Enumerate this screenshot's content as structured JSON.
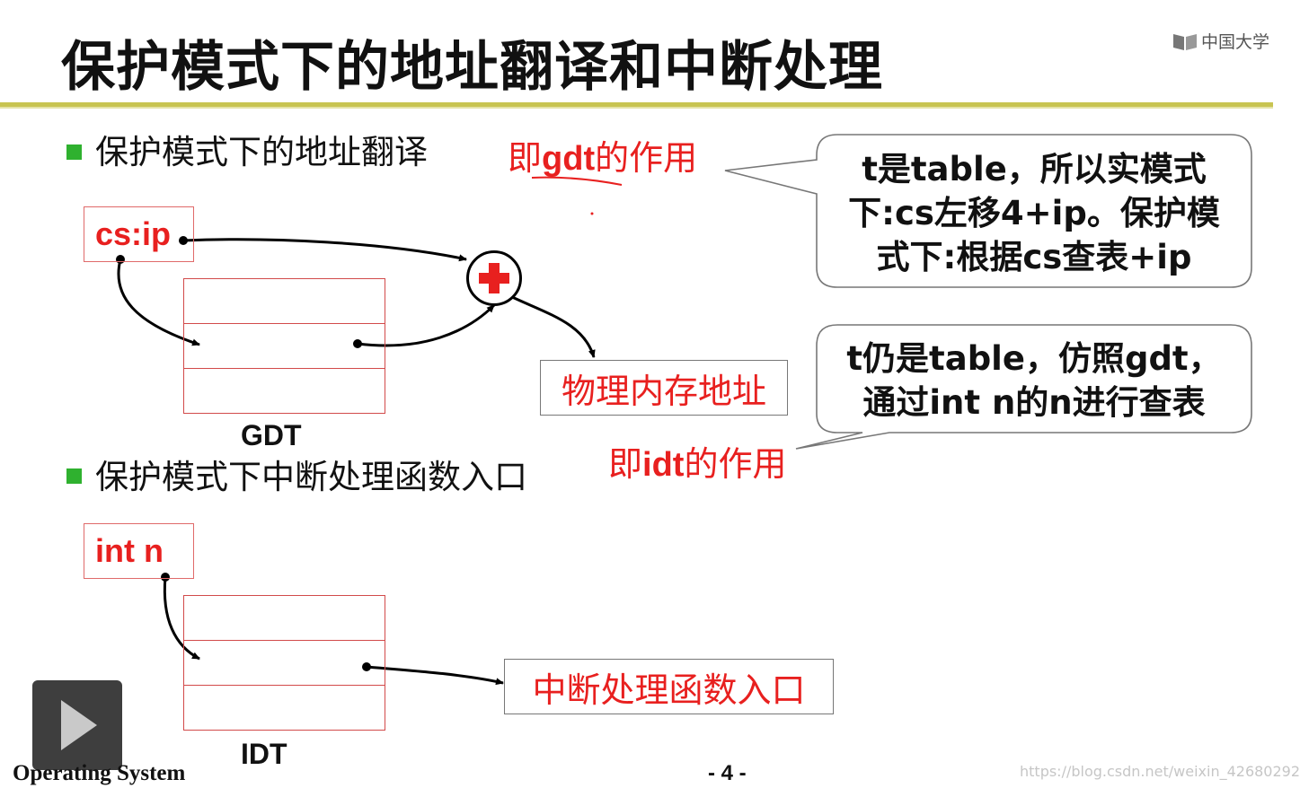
{
  "title": "保护模式下的地址翻译和中断处理",
  "logo_text": "中国大学",
  "section1": {
    "heading": "保护模式下的地址翻译",
    "annotation_prefix": "即",
    "annotation_bold": "gdt",
    "annotation_suffix": "的作用",
    "source_label": "cs:ip",
    "table_label": "GDT",
    "output_label": "物理内存地址"
  },
  "section2": {
    "heading": "保护模式下中断处理函数入口",
    "annotation_prefix": "即",
    "annotation_bold": "idt",
    "annotation_suffix": "的作用",
    "source_label": "int n",
    "table_label": "IDT",
    "output_label": "中断处理函数入口"
  },
  "callout1": {
    "lines": [
      "t是table，所以实模式",
      "下:cs左移4+ip。保护模",
      "式下:根据cs查表+ip"
    ]
  },
  "callout2": {
    "lines": [
      "t仍是table，仿照gdt，",
      "通过int n的n进行查表"
    ]
  },
  "footer": {
    "course": "Operating System",
    "page": "- 4 -",
    "watermark": "https://blog.csdn.net/weixin_42680292"
  },
  "colors": {
    "accent_red": "#e8201f",
    "rule": "#c8c451",
    "bullet": "#2fb12f"
  },
  "icons": [
    "plus-circle-icon",
    "play-icon",
    "logo-icon"
  ]
}
